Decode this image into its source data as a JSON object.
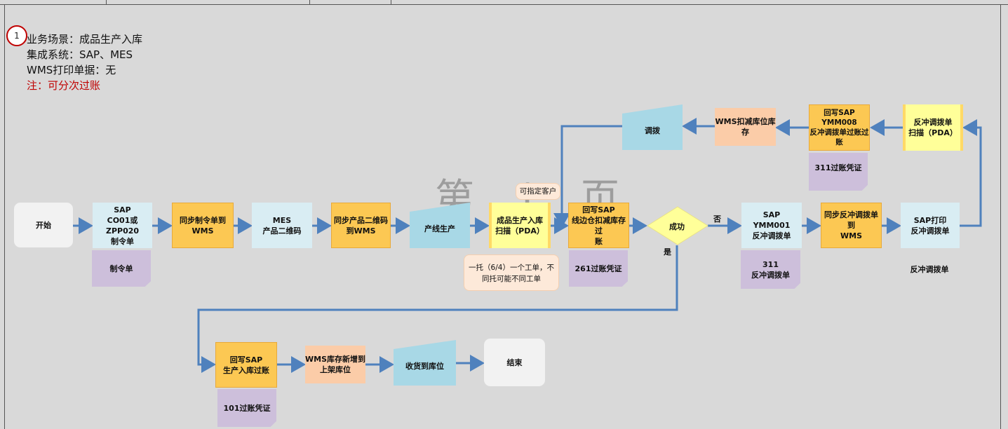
{
  "info": {
    "circle_num": "1",
    "line1": "业务场景：成品生产入库",
    "line2": "集成系统：SAP、MES",
    "line3": "WMS打印单据：无",
    "note_red": "注：可分次过账"
  },
  "watermark": "第 1 页",
  "nodes": {
    "start": "开始",
    "sap_co01": "SAP\nCO01或\nZPP020\n制令单",
    "doc_order": "制令单",
    "sync_order": "同步制令单到\nWMS",
    "mes_qr": "MES\n产品二维码",
    "sync_qr": "同步产品二维码\n到WMS",
    "line_prod": "产线生产",
    "scan_pda": "成品生产入库\n扫描（PDA）",
    "callout_customer": "可指定客户",
    "note_pallet": "一托（6/4）一个工单，不\n同托可能不同工单",
    "writeback_sap": "回写SAP\n线边仓扣减库存过\n账",
    "doc_261": "261过账凭证",
    "success": "成功",
    "label_no": "否",
    "label_yes": "是",
    "sap_ymm001": "SAP\nYMM001\n反冲调拨单",
    "doc_311a": "311\n反冲调拨单",
    "sync_reverse": "同步反冲调拨单到\nWMS",
    "sap_print": "SAP打印\n反冲调拨单",
    "doc_reverse": "反冲调拨单",
    "scan_reverse": "反冲调拨单\n扫描（PDA）",
    "writeback_ymm008": "回写SAP\nYMM008\n反冲调拨单过账过\n账",
    "doc_311b": "311过账凭证",
    "wms_deduct": "WMS扣减库位库\n存",
    "transfer": "调拨",
    "writeback_prod": "回写SAP\n生产入库过账",
    "doc_101": "101过账凭证",
    "wms_add": "WMS库存新增到\n上架库位",
    "receive": "收货到库位",
    "end": "结束"
  },
  "colors": {
    "arrow": "#4f81bd",
    "orange": "#fcc853",
    "yellow": "#ffff99",
    "sap_blue": "#d9edf3",
    "doc_purple": "#cdbfdb",
    "red_note": "#c00000"
  }
}
